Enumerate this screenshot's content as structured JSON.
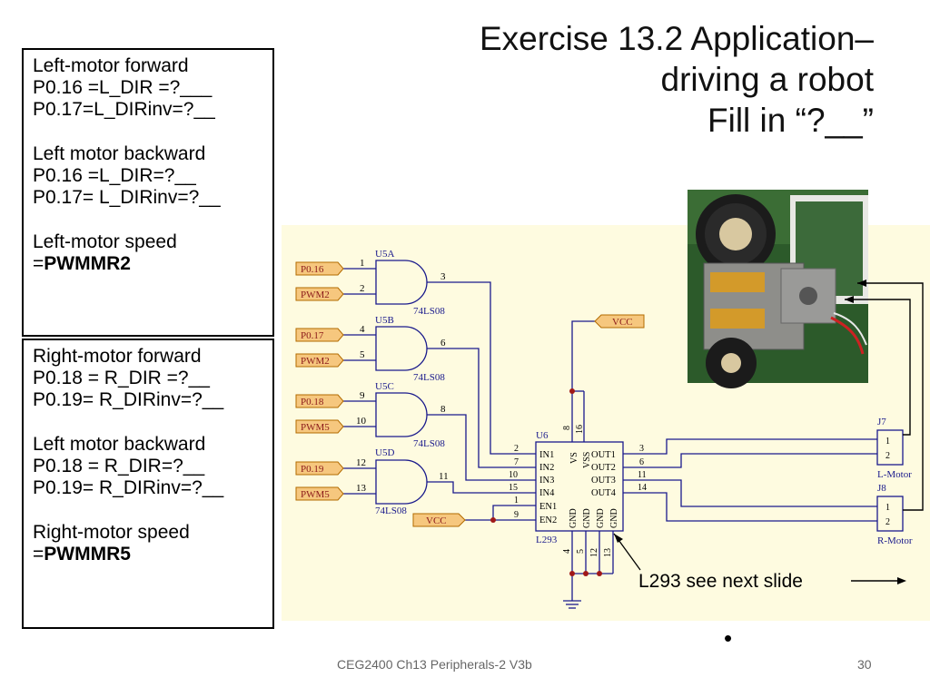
{
  "title": {
    "line1": "Exercise 13.2 Application–",
    "line2": "driving a robot",
    "line3": "Fill in “?__”"
  },
  "left_box": {
    "lines": [
      "Left-motor forward",
      "P0.16 =L_DIR =?___",
      "P0.17=L_DIRinv=?__",
      "",
      "Left motor backward",
      "P0.16 =L_DIR=?__",
      "P0.17= L_DIRinv=?__",
      "",
      "Left-motor speed"
    ],
    "speed_prefix": "=",
    "speed_value": "PWMMR2"
  },
  "right_box": {
    "lines": [
      "Right-motor forward",
      "P0.18 = R_DIR =?__",
      "P0.19= R_DIRinv=?__",
      "",
      "Left motor backward",
      "P0.18 = R_DIR=?__",
      "P0.19= R_DIRinv=?__",
      "",
      "Right-motor speed"
    ],
    "speed_prefix": "=",
    "speed_value": "PWMMR5"
  },
  "schematic": {
    "gates": [
      {
        "ref": "U5A",
        "part": "74LS08",
        "in1_label": "P0.16",
        "in1_pin": "1",
        "in2_label": "PWM2",
        "in2_pin": "2",
        "out_pin": "3"
      },
      {
        "ref": "U5B",
        "part": "74LS08",
        "in1_label": "P0.17",
        "in1_pin": "4",
        "in2_label": "PWM2",
        "in2_pin": "5",
        "out_pin": "6"
      },
      {
        "ref": "U5C",
        "part": "74LS08",
        "in1_label": "P0.18",
        "in1_pin": "9",
        "in2_label": "PWM5",
        "in2_pin": "10",
        "out_pin": "8"
      },
      {
        "ref": "U5D",
        "part": "74LS08",
        "in1_label": "P0.19",
        "in1_pin": "12",
        "in2_label": "PWM5",
        "in2_pin": "13",
        "out_pin": "11"
      }
    ],
    "vcc_top": "VCC",
    "vcc_left": "VCC",
    "chip": {
      "ref": "U6",
      "part": "L293",
      "left_pins": [
        {
          "num": "2",
          "name": "IN1"
        },
        {
          "num": "7",
          "name": "IN2"
        },
        {
          "num": "10",
          "name": "IN3"
        },
        {
          "num": "15",
          "name": "IN4"
        },
        {
          "num": "1",
          "name": "EN1"
        },
        {
          "num": "9",
          "name": "EN2"
        }
      ],
      "right_pins": [
        {
          "num": "3",
          "name": "OUT1"
        },
        {
          "num": "6",
          "name": "OUT2"
        },
        {
          "num": "11",
          "name": "OUT3"
        },
        {
          "num": "14",
          "name": "OUT4"
        }
      ],
      "vs_pin": "8",
      "vss_pin": "16",
      "vs_label": "VS",
      "vss_label": "VSS",
      "gnd_label": "GND",
      "gnd_pins": [
        "4",
        "5",
        "12",
        "13"
      ]
    },
    "connectors": [
      {
        "ref": "J7",
        "name": "L-Motor",
        "pin1": "1",
        "pin2": "2"
      },
      {
        "ref": "J8",
        "name": "R-Motor",
        "pin1": "1",
        "pin2": "2"
      }
    ]
  },
  "annotation": "L293 see next slide",
  "footer": {
    "course": "CEG2400 Ch13 Peripherals-2   V3b",
    "page": "30"
  },
  "colors": {
    "wire": "#1a1a8c",
    "net_label_fill": "#f6c77e",
    "net_label_stroke": "#b36b00",
    "pin_text": "#8b1a1a",
    "part_text": "#1a1a8c",
    "junction": "#a01818",
    "schematic_bg": "#fefbe0"
  }
}
